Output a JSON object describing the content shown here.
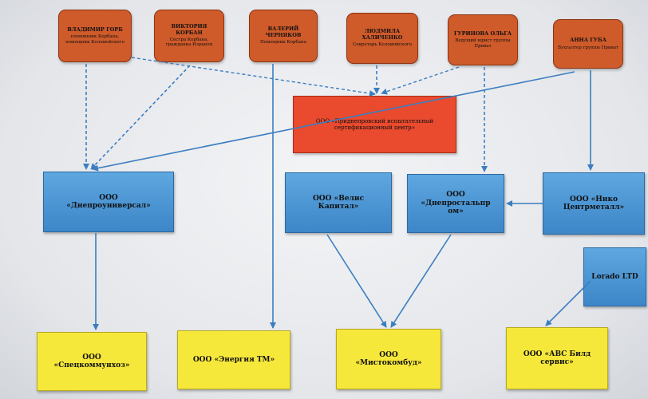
{
  "people": [
    {
      "id": "p1",
      "name": "ВЛАДИМИР ГОРБ",
      "role": "племянник Корбана, помощник Коломойского"
    },
    {
      "id": "p2",
      "name": "ВИКТОРИЯ КОРБАН",
      "role": "Сестра Корбана, гражданка Израиля"
    },
    {
      "id": "p3",
      "name": "ВАЛЕРИЙ ЧЕРНЯКОВ",
      "role": "Помощник Корбана"
    },
    {
      "id": "p4",
      "name": "ЛЮДМИЛА ХАЛИЧЕНКО",
      "role": "Секретарь Коломойского"
    },
    {
      "id": "p5",
      "name": "ГУРИНОВА ОЛЬГА",
      "role": "Ведущий юрист группы Приват"
    },
    {
      "id": "p6",
      "name": "АННА ГУБА",
      "role": "Бухгалтер группы Приват"
    }
  ],
  "center": {
    "line1": "ООО «Приднепровский испытательный",
    "line2": "сертификационный центр»"
  },
  "companies": [
    {
      "id": "c1",
      "line1": "ООО",
      "line2": "«Днепроуниверсал»"
    },
    {
      "id": "c2",
      "line1": "ООО «Велис",
      "line2": "Капитал»"
    },
    {
      "id": "c3",
      "line1": "ООО",
      "line2": "«Днепростальпр ом»"
    },
    {
      "id": "c4",
      "line1": "ООО «Нико",
      "line2": "Центрметалл»"
    },
    {
      "id": "c5",
      "line1": "Lorado LTD",
      "line2": ""
    }
  ],
  "firms": [
    {
      "id": "f1",
      "line1": "ООО",
      "line2": "«Спецкоммунхоз»"
    },
    {
      "id": "f2",
      "line1": "ООО «Энергия ТМ»",
      "line2": ""
    },
    {
      "id": "f3",
      "line1": "ООО",
      "line2": "«Мистокомбуд»"
    },
    {
      "id": "f4",
      "line1": "ООО «АВС Билд",
      "line2": "сервис»"
    }
  ],
  "colors": {
    "person": "#cf5a2a",
    "center": "#ea4a2e",
    "company": "#4a94d4",
    "firm": "#f6e83a",
    "arrow": "#3b7ec0"
  }
}
